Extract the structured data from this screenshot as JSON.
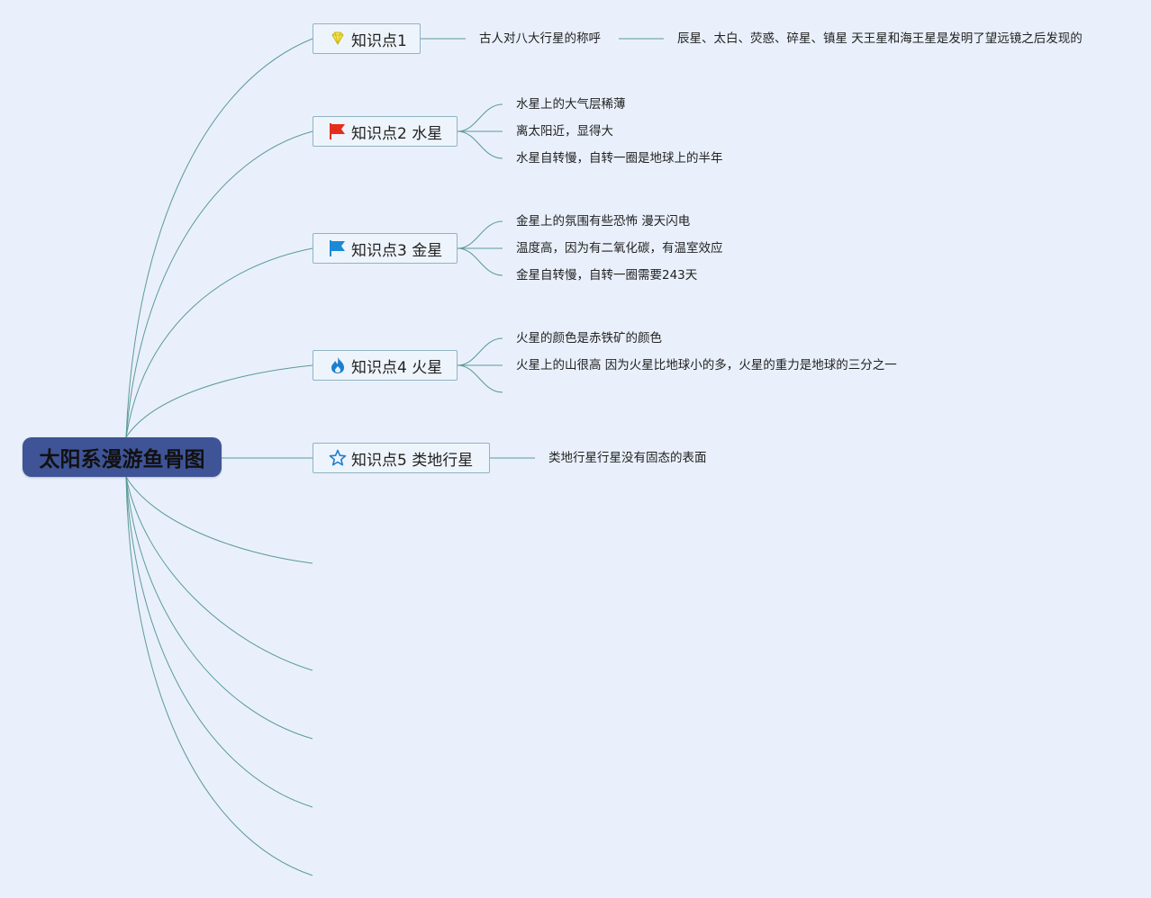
{
  "root": {
    "title": "太阳系漫游鱼骨图"
  },
  "branches": [
    {
      "label": "知识点1",
      "icon": "diamond-icon",
      "leaves": [
        "古人对八大行星的称呼",
        "辰星、太白、荧惑、碎星、镇星 天王星和海王星是发明了望远镜之后发现的"
      ]
    },
    {
      "label": "知识点2 水星",
      "icon": "red-flag-icon",
      "leaves": [
        "水星上的大气层稀薄",
        "离太阳近，显得大",
        "水星自转慢，自转一圈是地球上的半年"
      ]
    },
    {
      "label": "知识点3 金星",
      "icon": "blue-flag-icon",
      "leaves": [
        "金星上的氛围有些恐怖 漫天闪电",
        "温度高，因为有二氧化碳，有温室效应",
        "金星自转慢，自转一圈需要243天"
      ]
    },
    {
      "label": "知识点4 火星",
      "icon": "flame-icon",
      "leaves": [
        "火星的颜色是赤铁矿的颜色",
        "火星上的山很高 因为火星比地球小的多，火星的重力是地球的三分之一"
      ]
    },
    {
      "label": "知识点5 类地行星",
      "icon": "star-icon",
      "leaves": [
        "类地行星行星没有固态的表面"
      ]
    }
  ],
  "colors": {
    "root_bg": "#3f5496",
    "line": "#5c9a98",
    "node_border": "#8fb4c4",
    "background": "#e9f0fb"
  }
}
